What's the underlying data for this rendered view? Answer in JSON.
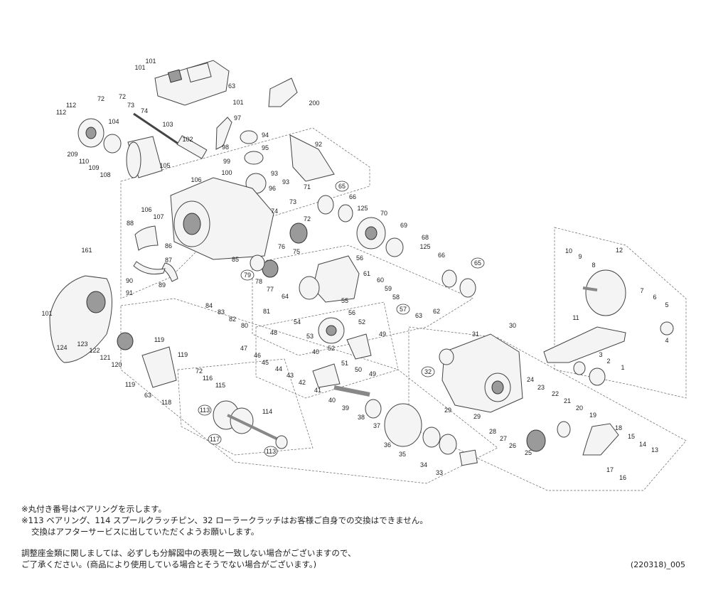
{
  "diagram": {
    "labels": [
      {
        "id": "101",
        "b": false
      },
      {
        "id": "101",
        "b": false
      },
      {
        "id": "63",
        "b": false
      },
      {
        "id": "101",
        "b": false
      },
      {
        "id": "200",
        "b": false
      },
      {
        "id": "72",
        "b": false
      },
      {
        "id": "72",
        "b": false
      },
      {
        "id": "73",
        "b": false
      },
      {
        "id": "74",
        "b": false
      },
      {
        "id": "112",
        "b": false
      },
      {
        "id": "112",
        "b": false
      },
      {
        "id": "104",
        "b": false
      },
      {
        "id": "103",
        "b": false
      },
      {
        "id": "97",
        "b": false
      },
      {
        "id": "94",
        "b": false
      },
      {
        "id": "95",
        "b": false
      },
      {
        "id": "92",
        "b": false
      },
      {
        "id": "102",
        "b": false
      },
      {
        "id": "98",
        "b": false
      },
      {
        "id": "99",
        "b": false
      },
      {
        "id": "100",
        "b": false
      },
      {
        "id": "209",
        "b": false
      },
      {
        "id": "110",
        "b": false
      },
      {
        "id": "109",
        "b": false
      },
      {
        "id": "108",
        "b": false
      },
      {
        "id": "105",
        "b": false
      },
      {
        "id": "106",
        "b": false
      },
      {
        "id": "93",
        "b": false
      },
      {
        "id": "93",
        "b": false
      },
      {
        "id": "96",
        "b": false
      },
      {
        "id": "71",
        "b": false
      },
      {
        "id": "65",
        "b": true
      },
      {
        "id": "66",
        "b": false
      },
      {
        "id": "125",
        "b": false
      },
      {
        "id": "70",
        "b": false
      },
      {
        "id": "106",
        "b": false
      },
      {
        "id": "74",
        "b": false
      },
      {
        "id": "73",
        "b": false
      },
      {
        "id": "72",
        "b": false
      },
      {
        "id": "107",
        "b": false
      },
      {
        "id": "69",
        "b": false
      },
      {
        "id": "68",
        "b": false
      },
      {
        "id": "88",
        "b": false
      },
      {
        "id": "86",
        "b": false
      },
      {
        "id": "87",
        "b": false
      },
      {
        "id": "76",
        "b": false
      },
      {
        "id": "75",
        "b": false
      },
      {
        "id": "125",
        "b": false
      },
      {
        "id": "66",
        "b": false
      },
      {
        "id": "65",
        "b": true
      },
      {
        "id": "161",
        "b": false
      },
      {
        "id": "56",
        "b": false
      },
      {
        "id": "85",
        "b": false
      },
      {
        "id": "90",
        "b": false
      },
      {
        "id": "91",
        "b": false
      },
      {
        "id": "89",
        "b": false
      },
      {
        "id": "79",
        "b": true
      },
      {
        "id": "78",
        "b": false
      },
      {
        "id": "77",
        "b": false
      },
      {
        "id": "61",
        "b": false
      },
      {
        "id": "60",
        "b": false
      },
      {
        "id": "59",
        "b": false
      },
      {
        "id": "58",
        "b": false
      },
      {
        "id": "57",
        "b": true
      },
      {
        "id": "62",
        "b": false
      },
      {
        "id": "63",
        "b": false
      },
      {
        "id": "64",
        "b": false
      },
      {
        "id": "55",
        "b": false
      },
      {
        "id": "56",
        "b": false
      },
      {
        "id": "84",
        "b": false
      },
      {
        "id": "83",
        "b": false
      },
      {
        "id": "82",
        "b": false
      },
      {
        "id": "81",
        "b": false
      },
      {
        "id": "80",
        "b": false
      },
      {
        "id": "101",
        "b": false
      },
      {
        "id": "54",
        "b": false
      },
      {
        "id": "52",
        "b": false
      },
      {
        "id": "49",
        "b": false
      },
      {
        "id": "53",
        "b": false
      },
      {
        "id": "48",
        "b": false
      },
      {
        "id": "47",
        "b": false
      },
      {
        "id": "46",
        "b": false
      },
      {
        "id": "45",
        "b": false
      },
      {
        "id": "44",
        "b": false
      },
      {
        "id": "43",
        "b": false
      },
      {
        "id": "42",
        "b": false
      },
      {
        "id": "40",
        "b": false
      },
      {
        "id": "52",
        "b": false
      },
      {
        "id": "51",
        "b": false
      },
      {
        "id": "50",
        "b": false
      },
      {
        "id": "49",
        "b": false
      },
      {
        "id": "41",
        "b": false
      },
      {
        "id": "40",
        "b": false
      },
      {
        "id": "39",
        "b": false
      },
      {
        "id": "38",
        "b": false
      },
      {
        "id": "37",
        "b": false
      },
      {
        "id": "124",
        "b": false
      },
      {
        "id": "123",
        "b": false
      },
      {
        "id": "122",
        "b": false
      },
      {
        "id": "121",
        "b": false
      },
      {
        "id": "120",
        "b": false
      },
      {
        "id": "119",
        "b": false
      },
      {
        "id": "119",
        "b": false
      },
      {
        "id": "119",
        "b": false
      },
      {
        "id": "63",
        "b": false
      },
      {
        "id": "118",
        "b": false
      },
      {
        "id": "72",
        "b": false
      },
      {
        "id": "116",
        "b": false
      },
      {
        "id": "115",
        "b": false
      },
      {
        "id": "113",
        "b": true
      },
      {
        "id": "114",
        "b": false
      },
      {
        "id": "117",
        "b": true
      },
      {
        "id": "113",
        "b": true
      },
      {
        "id": "36",
        "b": false
      },
      {
        "id": "35",
        "b": false
      },
      {
        "id": "34",
        "b": false
      },
      {
        "id": "33",
        "b": false
      },
      {
        "id": "31",
        "b": false
      },
      {
        "id": "30",
        "b": false
      },
      {
        "id": "32",
        "b": true
      },
      {
        "id": "29",
        "b": false
      },
      {
        "id": "29",
        "b": false
      },
      {
        "id": "28",
        "b": false
      },
      {
        "id": "27",
        "b": false
      },
      {
        "id": "26",
        "b": false
      },
      {
        "id": "25",
        "b": false
      },
      {
        "id": "24",
        "b": false
      },
      {
        "id": "23",
        "b": false
      },
      {
        "id": "22",
        "b": false
      },
      {
        "id": "21",
        "b": false
      },
      {
        "id": "20",
        "b": false
      },
      {
        "id": "19",
        "b": false
      },
      {
        "id": "18",
        "b": false
      },
      {
        "id": "17",
        "b": false
      },
      {
        "id": "16",
        "b": false
      },
      {
        "id": "15",
        "b": false
      },
      {
        "id": "14",
        "b": false
      },
      {
        "id": "13",
        "b": false
      },
      {
        "id": "12",
        "b": false
      },
      {
        "id": "10",
        "b": false
      },
      {
        "id": "9",
        "b": false
      },
      {
        "id": "8",
        "b": false
      },
      {
        "id": "7",
        "b": false
      },
      {
        "id": "6",
        "b": false
      },
      {
        "id": "5",
        "b": false
      },
      {
        "id": "4",
        "b": false
      },
      {
        "id": "11",
        "b": false
      },
      {
        "id": "3",
        "b": false
      },
      {
        "id": "2",
        "b": false
      },
      {
        "id": "1",
        "b": false
      }
    ]
  },
  "notes": {
    "line1": "※丸付き番号はベアリングを示します。",
    "line2": "※113 ベアリング、114 スプールクラッチピン、32 ローラークラッチはお客様ご自身での交換はできません。",
    "line3": "交換はアフターサービスに出していただくようお願いします。",
    "line4": "調整座金類に関しましては、必ずしも分解図中の表現と一致しない場合がございますので、",
    "line5": "ご了承ください。(商品により使用している場合とそうでない場合がございます。)"
  },
  "doc_code": "(220318)_005"
}
